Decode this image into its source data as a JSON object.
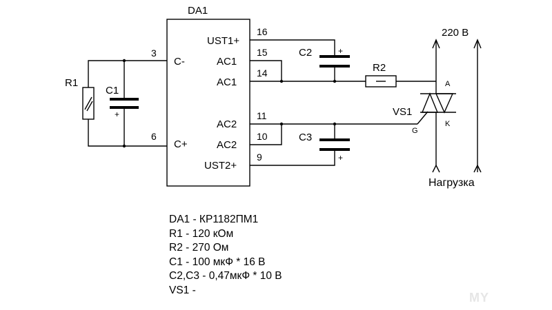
{
  "ic": {
    "name": "DA1",
    "pins_left": [
      {
        "num": "3",
        "label": "C-"
      },
      {
        "num": "6",
        "label": "C+"
      }
    ],
    "pins_right": [
      {
        "num": "16",
        "label": "UST1+"
      },
      {
        "num": "15",
        "label": "AC1"
      },
      {
        "num": "14",
        "label": "AC1"
      },
      {
        "num": "11",
        "label": "AC2"
      },
      {
        "num": "10",
        "label": "AC2"
      },
      {
        "num": "9",
        "label": "UST2+"
      }
    ]
  },
  "components": {
    "r1": "R1",
    "c1": "C1",
    "c2": "C2",
    "c3": "C3",
    "r2": "R2",
    "vs1": "VS1",
    "plus": "+",
    "anode": "A",
    "cathode": "K",
    "gate": "G"
  },
  "supply": "220 В",
  "load": "Нагрузка",
  "legend": [
    "DA1 - КР1182ПМ1",
    "R1 - 120 кОм",
    "R2 - 270 Ом",
    "C1 - 100 мкФ * 16 В",
    "C2,C3 - 0,47мкФ * 10 В",
    "VS1 -"
  ],
  "watermark": "MY",
  "colors": {
    "line": "#000000",
    "background": "#ffffff"
  }
}
